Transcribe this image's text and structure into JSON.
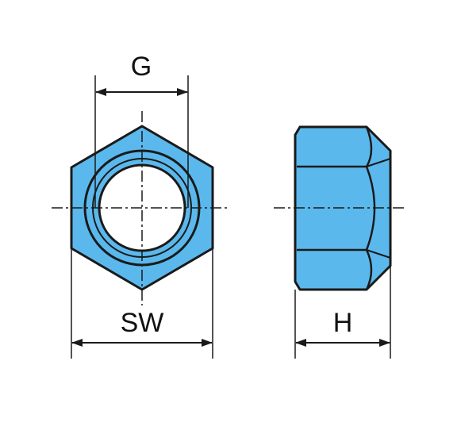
{
  "labels": {
    "g": "G",
    "sw": "SW",
    "h": "H"
  },
  "colors": {
    "fill": "#5bb8ec",
    "stroke": "#1a1a1a",
    "background": "#ffffff"
  }
}
